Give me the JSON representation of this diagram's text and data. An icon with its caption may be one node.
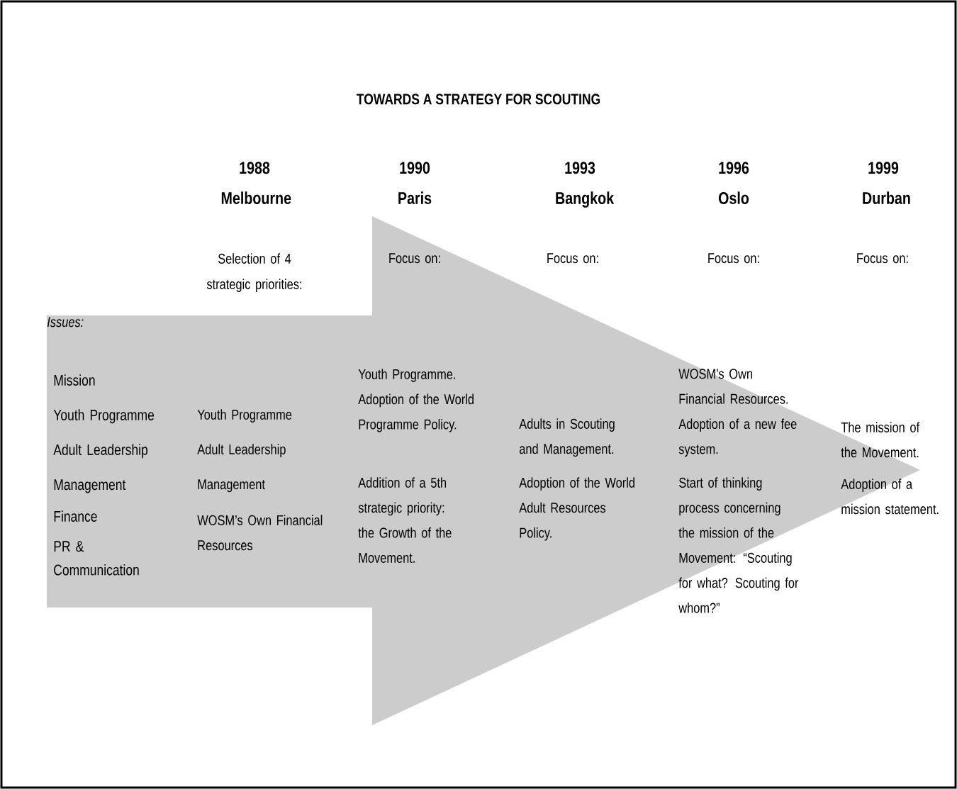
{
  "diagram": {
    "title": "TOWARDS A STRATEGY FOR SCOUTING",
    "labels": [
      "1988 Melbourne",
      "1990 Paris",
      "1993 Bangkok",
      "1996 Oslo",
      "1999 Durban",
      "Selection of 4 strategic priorities:",
      "Focus on:",
      "Focus on:",
      "Focus on:",
      "Focus on:",
      "Issues:",
      "Mission",
      "Youth Programme",
      "Adult Leadership",
      "Management",
      "Finance",
      "PR & Communication",
      "Youth Programme",
      "Adult Leadership",
      "Management",
      "WOSM’s Own Financial Resources",
      "Youth Programme. Adoption of the World Programme Policy.",
      "Addition of a 5th strategic priority: the Growth of the Movement.",
      "Adults in Scouting and Management.",
      "Adoption of the World Adult Resources Policy.",
      "WOSM’s Own Financial Resources. Adoption of a new fee system.",
      "Start of thinking process concerning the mission of the Movement: “Scouting for what? Scouting for whom?”",
      "The mission of the Movement.",
      "Adoption of a mission statement."
    ]
  }
}
